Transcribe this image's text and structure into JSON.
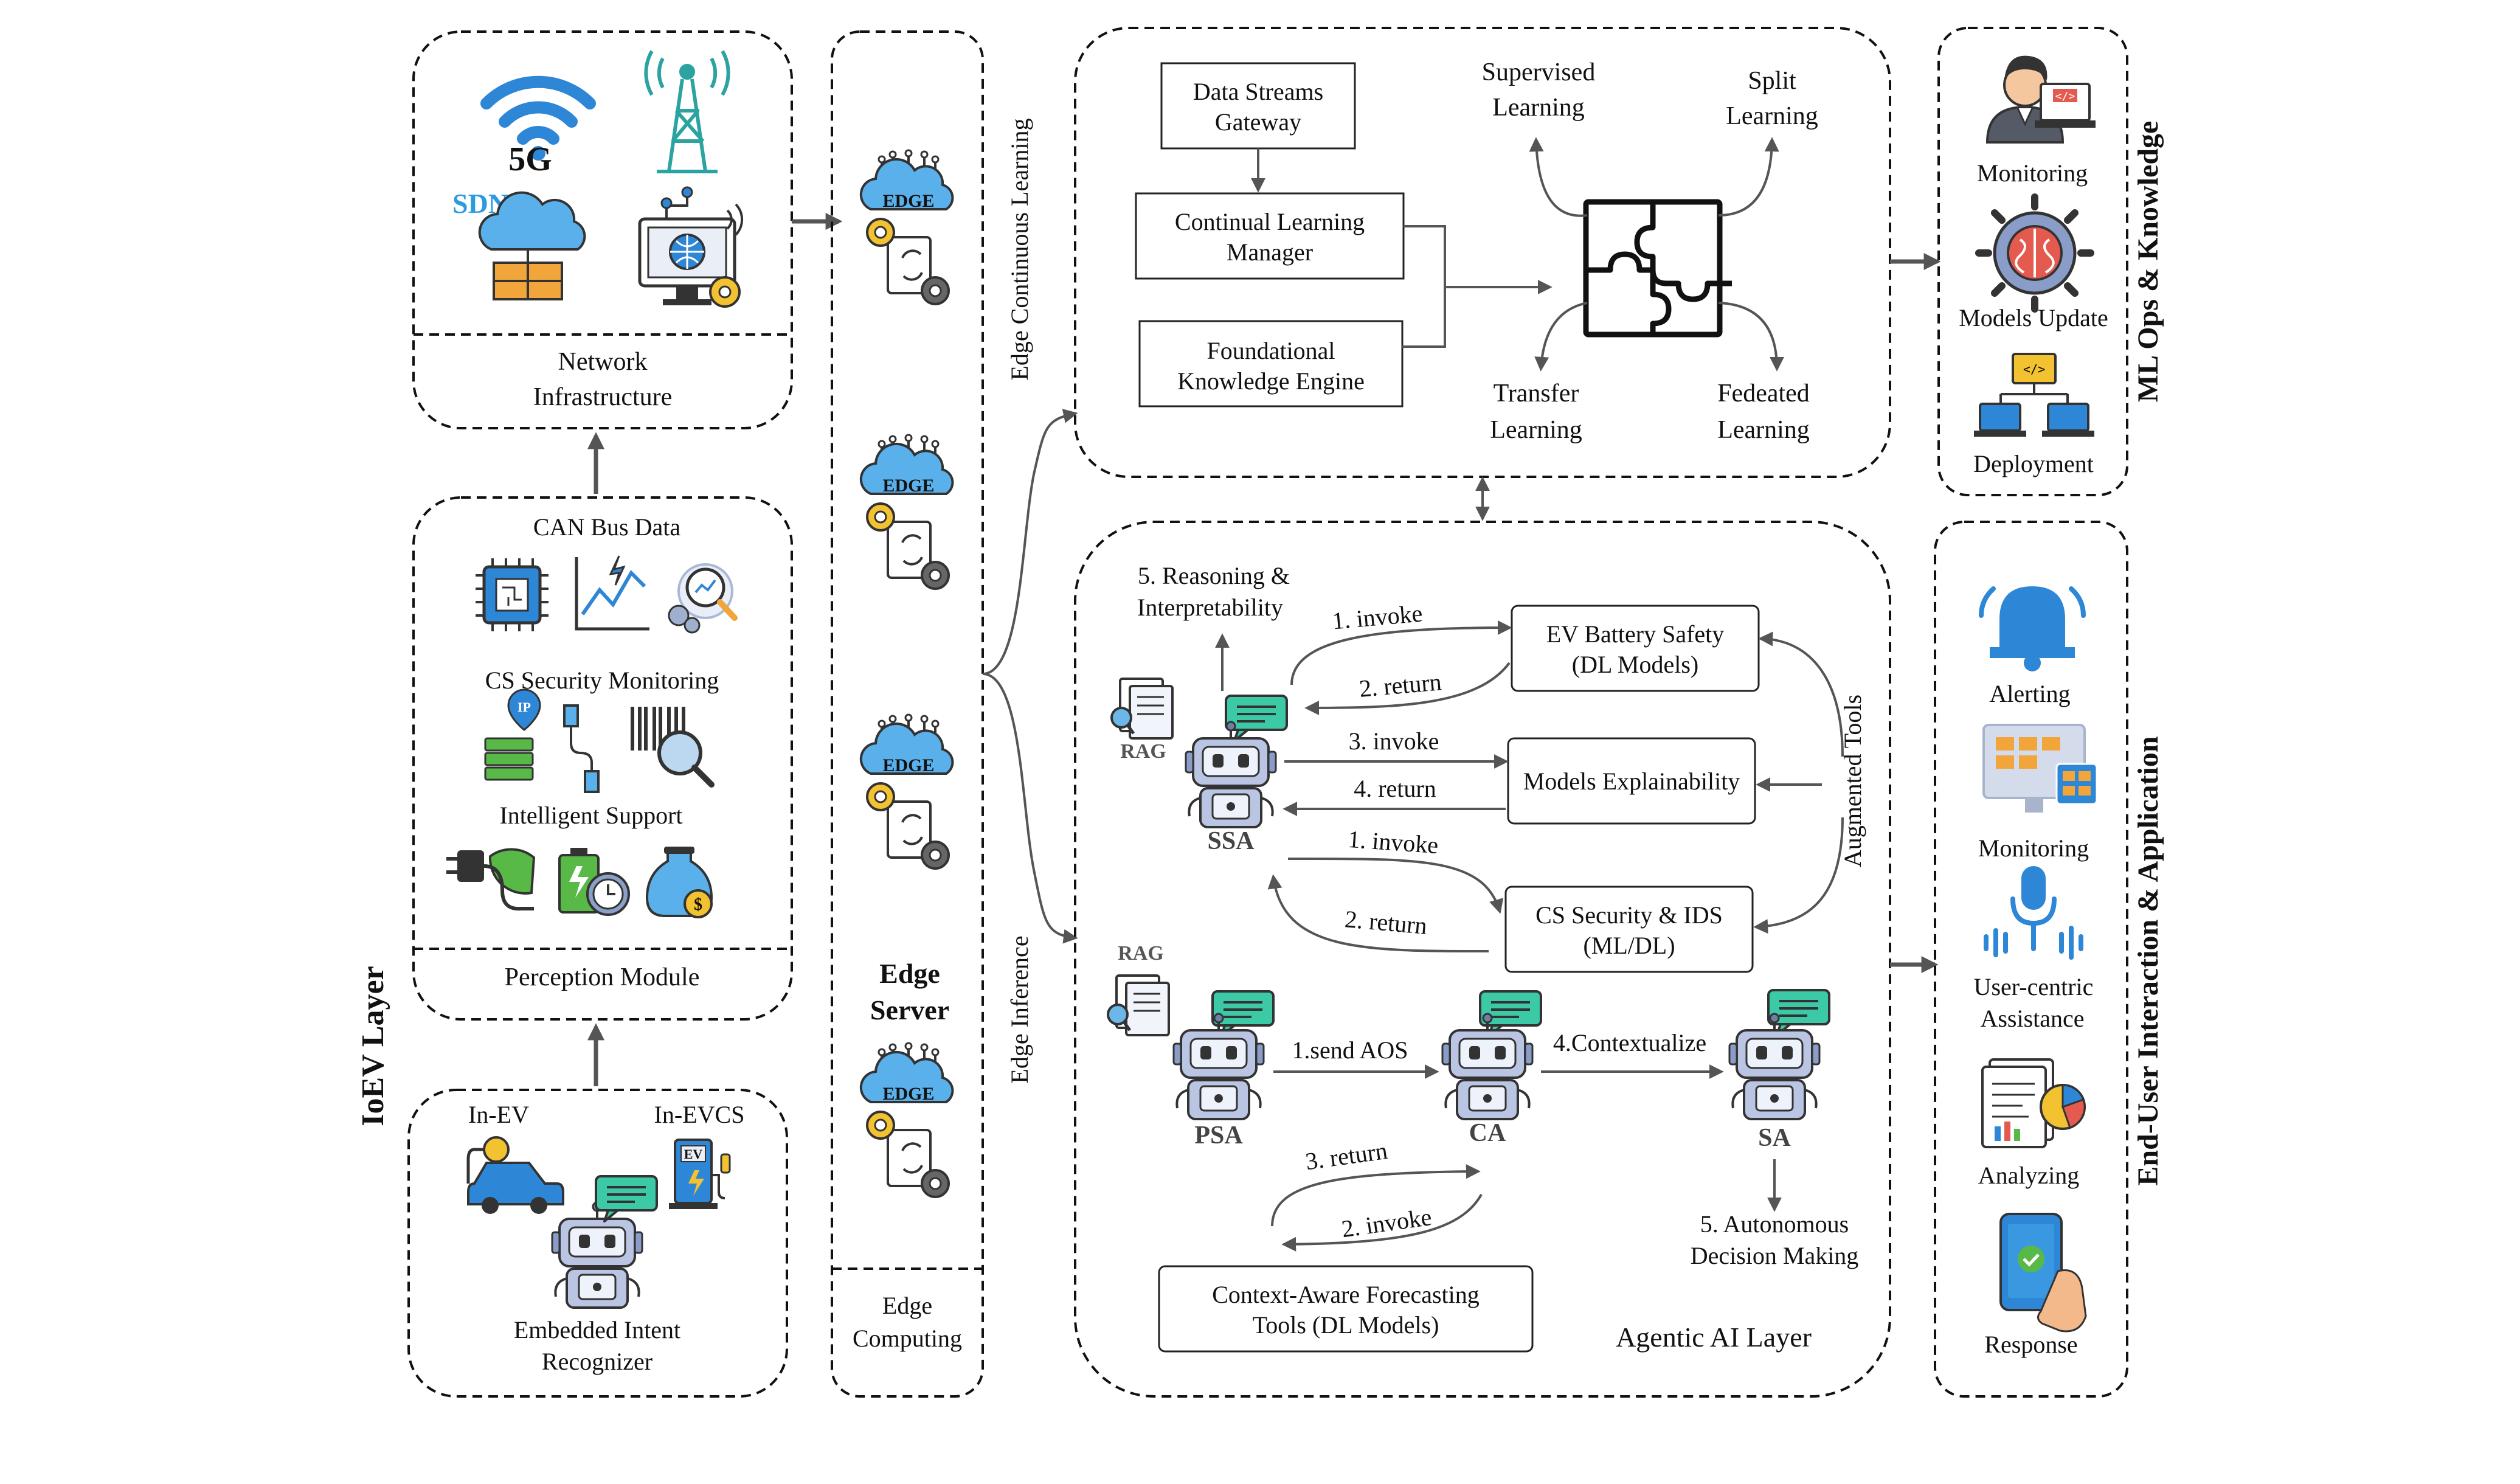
{
  "ioev": {
    "layer_title": "IoEV Layer",
    "network": {
      "sdn": "SDN",
      "fiveg": "5G",
      "label_1": "Network",
      "label_2": "Infrastructure"
    },
    "perception": {
      "can_bus": "CAN Bus Data",
      "cs_security": "CS Security Monitoring",
      "intelligent": "Intelligent Support",
      "ip": "IP",
      "title": "Perception Module"
    },
    "intent": {
      "in_ev": "In-EV",
      "in_evcs": "In-EVCS",
      "ev": "EV",
      "label_1": "Embedded Intent",
      "label_2": "Recognizer"
    }
  },
  "edge": {
    "edge_word": "EDGE",
    "server_1": "Edge",
    "server_2": "Server",
    "computing_1": "Edge",
    "computing_2": "Computing",
    "continuous_learning": "Edge Continuous Learning",
    "inference": "Edge Inference"
  },
  "learning": {
    "gateway_1": "Data Streams",
    "gateway_2": "Gateway",
    "clm_1": "Continual Learning",
    "clm_2": "Manager",
    "fke_1": "Foundational",
    "fke_2": "Knowledge Engine",
    "supervised_1": "Supervised",
    "supervised_2": "Learning",
    "split_1": "Split",
    "split_2": "Learning",
    "transfer_1": "Transfer",
    "transfer_2": "Learning",
    "federated_1": "Fedeated",
    "federated_2": "Learning"
  },
  "agentic": {
    "title": "Agentic AI Layer",
    "reasoning_1": "5. Reasoning &",
    "reasoning_2": "Interpretability",
    "rag": "RAG",
    "ssa": "SSA",
    "psa": "PSA",
    "ca": "CA",
    "sa": "SA",
    "battery_1": "EV Battery Safety",
    "battery_2": "(DL Models)",
    "explain": "Models Explainability",
    "ids_1": "CS Security & IDS",
    "ids_2": "(ML/DL)",
    "forecast_1": "Context-Aware Forecasting",
    "forecast_2": "Tools (DL Models)",
    "augmented": "Augmented Tools",
    "invoke1": "1. invoke",
    "return2": "2. return",
    "invoke3": "3. invoke",
    "return4": "4. return",
    "invoke1b": "1. invoke",
    "return2b": "2. return",
    "send_aos": "1.send AOS",
    "contextualize": "4.Contextualize",
    "return3c": "3. return",
    "invoke2c": "2. invoke",
    "autonomous_1": "5. Autonomous",
    "autonomous_2": "Decision Making"
  },
  "mlops": {
    "title": "ML Ops & Knowledge",
    "monitoring": "Monitoring",
    "models_update": "Models Update",
    "deployment": "Deployment"
  },
  "enduser": {
    "title": "End-User Interaction & Application",
    "alerting": "Alerting",
    "monitoring": "Monitoring",
    "assist_1": "User-centric",
    "assist_2": "Assistance",
    "analyzing": "Analyzing",
    "response": "Response"
  },
  "colors": {
    "accent_blue": "#2e86d6",
    "cloud_blue": "#5ab0ea",
    "chat_green": "#3cc9a6",
    "orange": "#f2a53a",
    "green": "#58b947"
  }
}
